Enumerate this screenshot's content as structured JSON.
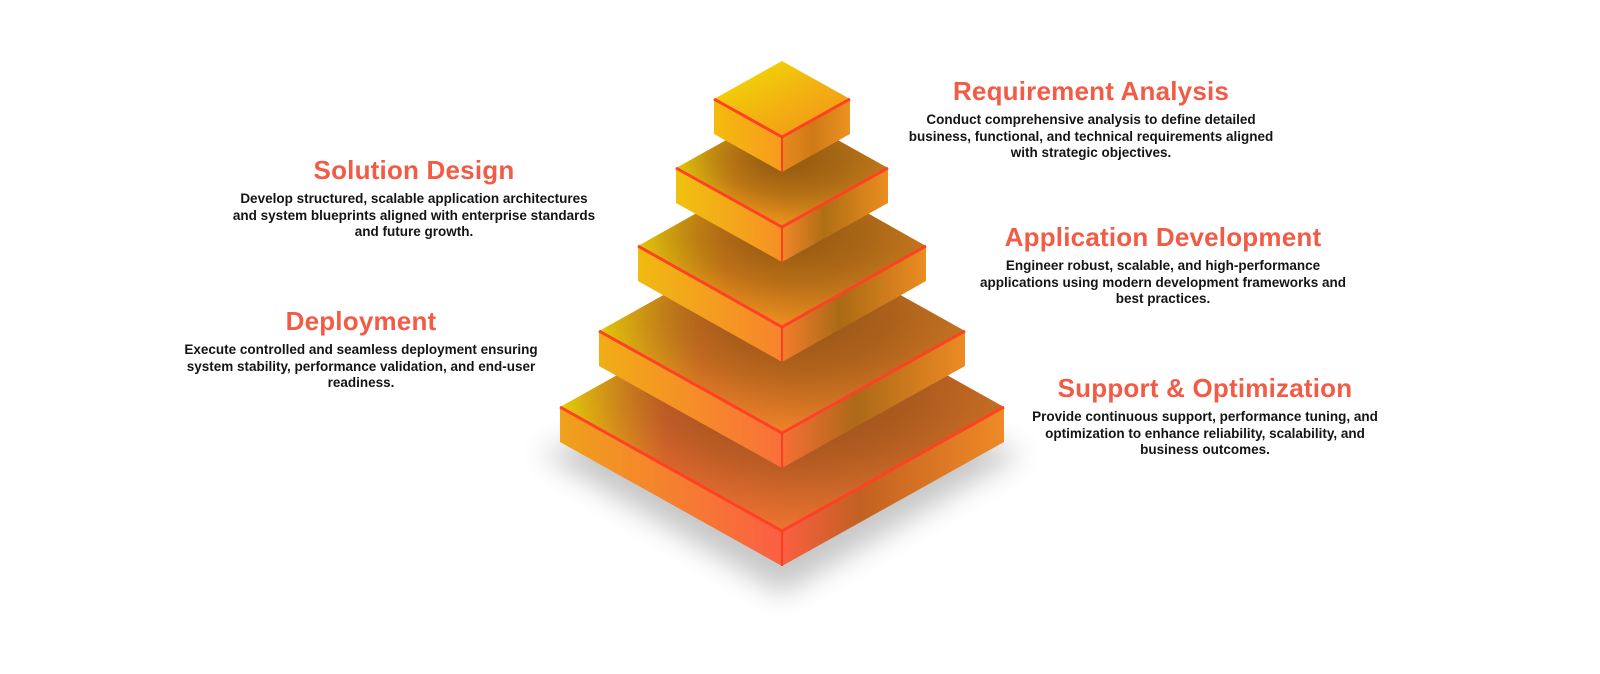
{
  "background": "#FFFFFF",
  "colors": {
    "heading": "#F25B45",
    "body_text": "#141414",
    "edge_red": "#FF4123",
    "pyramid_yellow": "#EFE004",
    "pyramid_orange": "#F7941E",
    "pyramid_red_orange": "#FA5F41",
    "shadow_gray": "#000000"
  },
  "pyramid": {
    "levels": 5,
    "style": "isometric-stacked-slabs"
  },
  "sections": [
    {
      "title": "Requirement Analysis",
      "side": "right",
      "tier": 1,
      "description_lines": [
        "Conduct comprehensive analysis to define detailed",
        "business, functional, and technical requirements aligned",
        "with strategic objectives."
      ]
    },
    {
      "title": "Solution Design",
      "side": "left",
      "tier": 2,
      "description_lines": [
        "Develop structured, scalable application architectures",
        "and system blueprints aligned with enterprise standards",
        "and future growth."
      ]
    },
    {
      "title": "Application Development",
      "side": "right",
      "tier": 3,
      "description_lines": [
        "Engineer robust, scalable, and high-performance",
        "applications using modern development frameworks and",
        "best practices."
      ]
    },
    {
      "title": "Deployment",
      "side": "left",
      "tier": 4,
      "description_lines": [
        "Execute controlled and seamless deployment ensuring",
        "system stability, performance validation, and end-user",
        "readiness."
      ]
    },
    {
      "title": "Support & Optimization",
      "side": "right",
      "tier": 5,
      "description_lines": [
        "Provide continuous support, performance tuning, and",
        "optimization to enhance reliability, scalability, and",
        "business outcomes."
      ]
    }
  ]
}
